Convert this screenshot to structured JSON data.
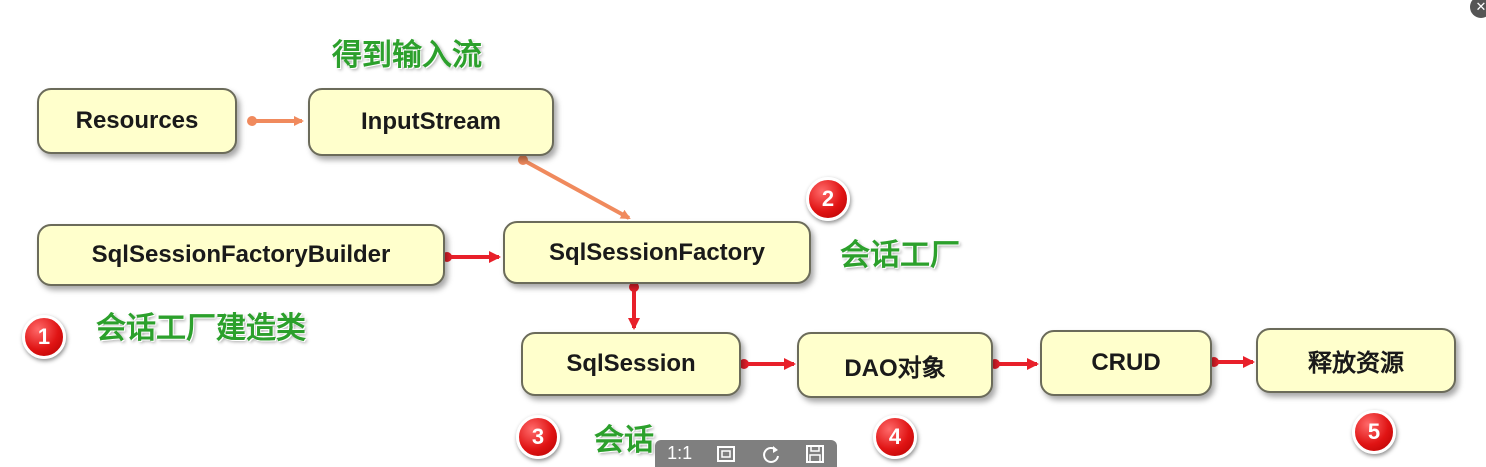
{
  "nodes": {
    "resources": "Resources",
    "input_stream": "InputStream",
    "factory_builder": "SqlSessionFactoryBuilder",
    "factory": "SqlSessionFactory",
    "session": "SqlSession",
    "dao": "DAO对象",
    "crud": "CRUD",
    "release": "释放资源"
  },
  "labels": {
    "get_input_stream": "得到输入流",
    "session_factory": "会话工厂",
    "factory_builder": "会话工厂建造类",
    "session": "会话"
  },
  "badges": [
    "1",
    "2",
    "3",
    "4",
    "5"
  ],
  "toolbar": {
    "zoom_label": "1:1"
  },
  "colors": {
    "node_fill": "#ffffcc",
    "label_green": "#2ca02c",
    "arrow_orange": "#f08a5d",
    "arrow_red": "#e8202a",
    "badge_red": "#e01414"
  }
}
